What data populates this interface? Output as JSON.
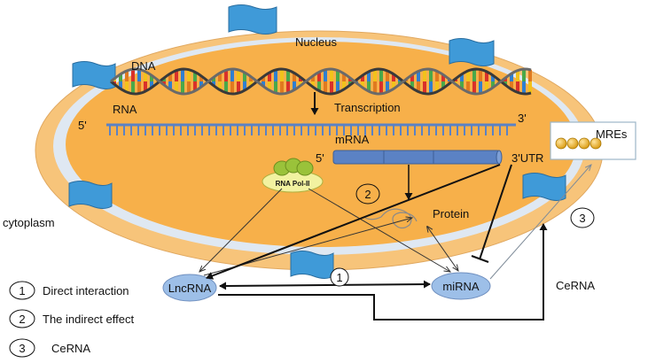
{
  "labels": {
    "nucleus": "Nucleus",
    "dna": "DNA",
    "rna": "RNA",
    "five_prime_rna": "5'",
    "three_prime_rna": "3'",
    "transcription": "Transcription",
    "mrna": "mRNA",
    "five_prime_mrna": "5'",
    "three_utr": "3'UTR",
    "mres": "MREs",
    "rna_pol": "RNA Pol-II",
    "protein": "Protein",
    "cytoplasm": "cytoplasm",
    "lncrna": "LncRNA",
    "mirna": "miRNA",
    "cerna": "CeRNA"
  },
  "markers": {
    "one": "1",
    "two": "2",
    "three": "3"
  },
  "legend": [
    {
      "num": "1",
      "text": "Direct interaction"
    },
    {
      "num": "2",
      "text": "The indirect effect"
    },
    {
      "num": "3",
      "text": "CeRNA"
    }
  ],
  "colors": {
    "nucleus_fill": "#f7b04a",
    "cytoplasm_fill": "#f7c06a",
    "membrane": "#dfe8f2",
    "node_fill": "#9dbfe8",
    "strand": "#5b82c4",
    "mre_bead": "#e3a512",
    "channel": "#3b93d4"
  }
}
